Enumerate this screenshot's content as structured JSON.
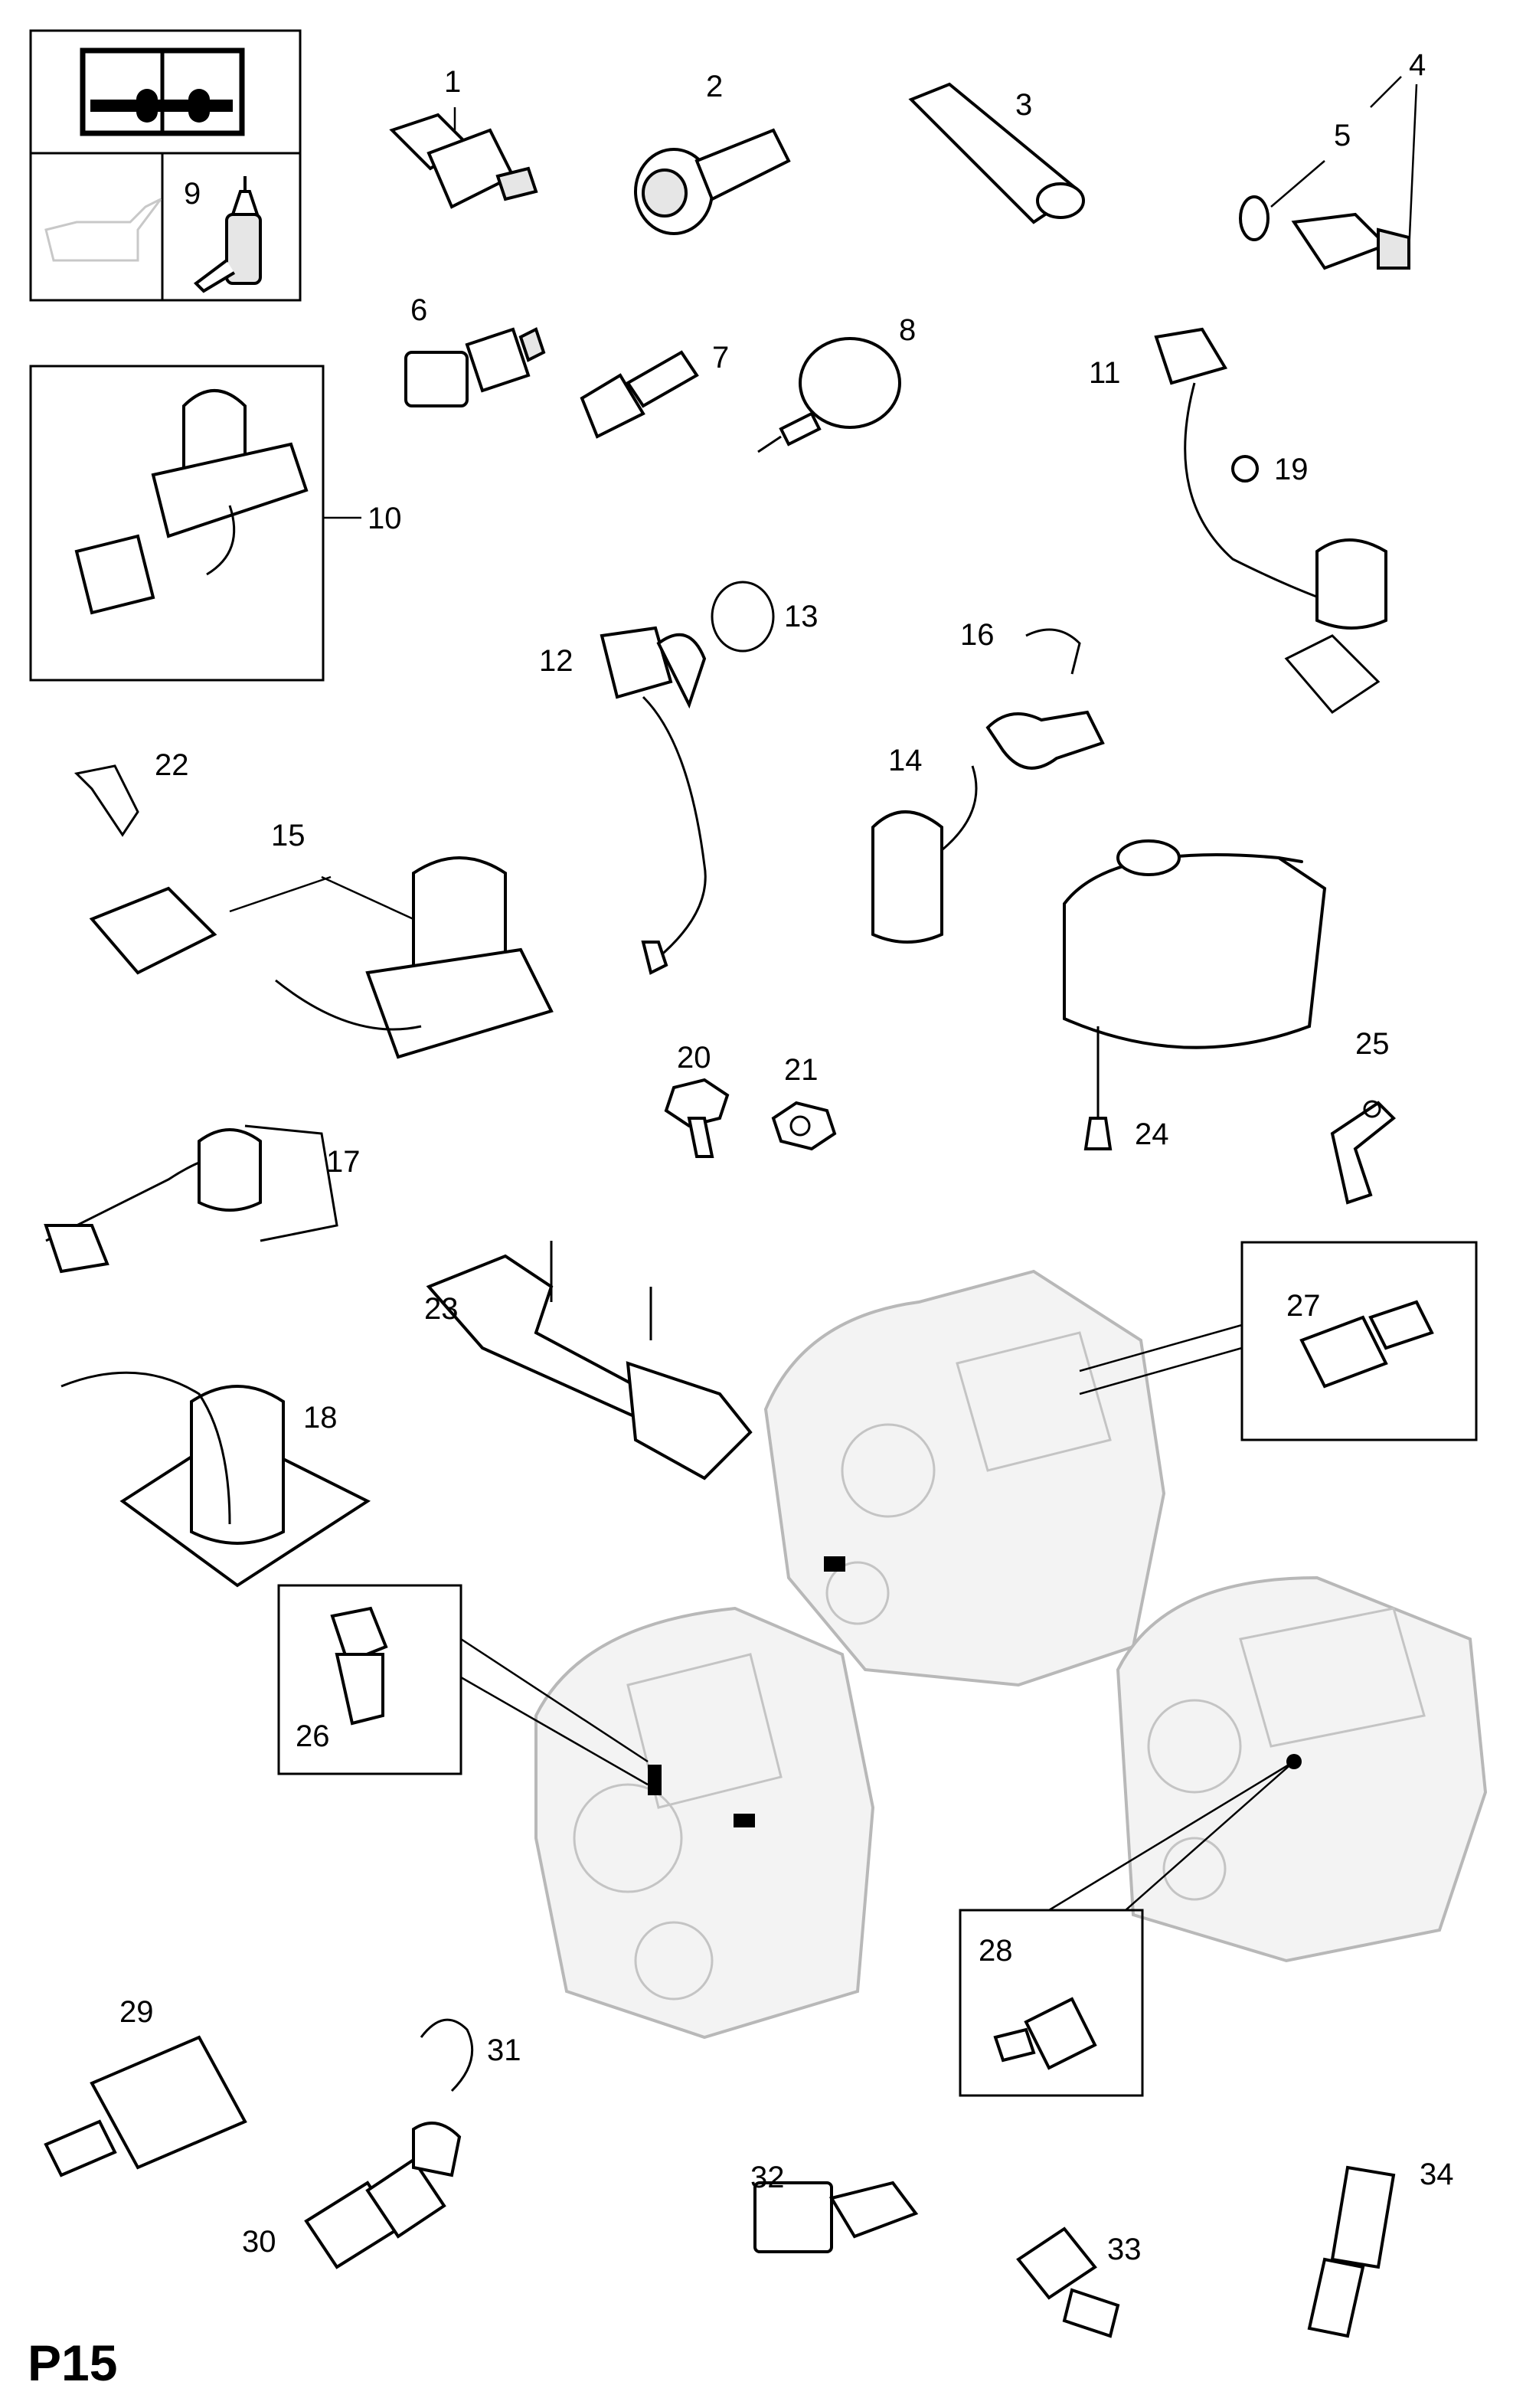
{
  "page_label": "P15",
  "header_icons": {
    "manual": "manual-wrench-icon",
    "oil_can": "oil-can-icon",
    "lubricant": "lubricant-bottle-icon"
  },
  "callouts": [
    "1",
    "2",
    "3",
    "4",
    "5",
    "6",
    "7",
    "8",
    "9",
    "10",
    "11",
    "12",
    "13",
    "14",
    "15",
    "16",
    "17",
    "18",
    "19",
    "20",
    "21",
    "22",
    "23",
    "24",
    "25",
    "26",
    "27",
    "28",
    "29",
    "30",
    "31",
    "32",
    "33",
    "34"
  ]
}
